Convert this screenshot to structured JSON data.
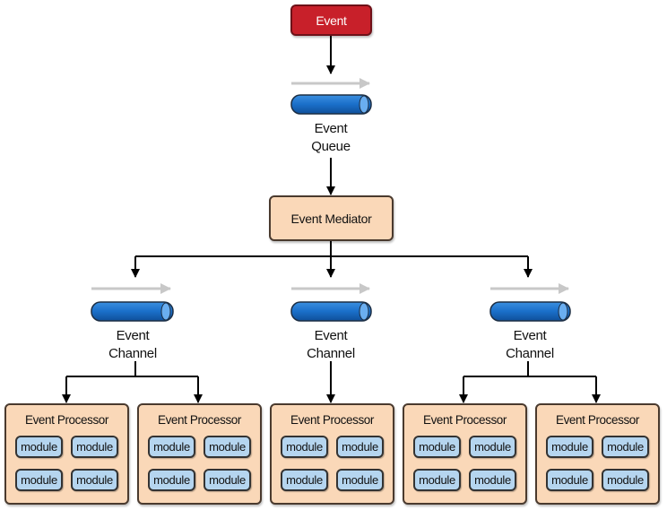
{
  "diagram": {
    "event": "Event",
    "queue": {
      "line1": "Event",
      "line2": "Queue"
    },
    "mediator": "Event Mediator",
    "channels": [
      {
        "line1": "Event",
        "line2": "Channel"
      },
      {
        "line1": "Event",
        "line2": "Channel"
      },
      {
        "line1": "Event",
        "line2": "Channel"
      }
    ],
    "processors": [
      {
        "title": "Event Processor",
        "modules": [
          "module",
          "module",
          "module",
          "module"
        ]
      },
      {
        "title": "Event Processor",
        "modules": [
          "module",
          "module",
          "module",
          "module"
        ]
      },
      {
        "title": "Event Processor",
        "modules": [
          "module",
          "module",
          "module",
          "module"
        ]
      },
      {
        "title": "Event Processor",
        "modules": [
          "module",
          "module",
          "module",
          "module"
        ]
      },
      {
        "title": "Event Processor",
        "modules": [
          "module",
          "module",
          "module",
          "module"
        ]
      }
    ]
  },
  "colors": {
    "event_fill": "#c8202a",
    "mediator_fill": "#fad8b8",
    "processor_fill": "#fad8b8",
    "module_fill": "#b5d5ef",
    "pipe_fill": "#1a6fc9",
    "flow_arrow": "#c8c8c8",
    "connector": "#000000"
  }
}
